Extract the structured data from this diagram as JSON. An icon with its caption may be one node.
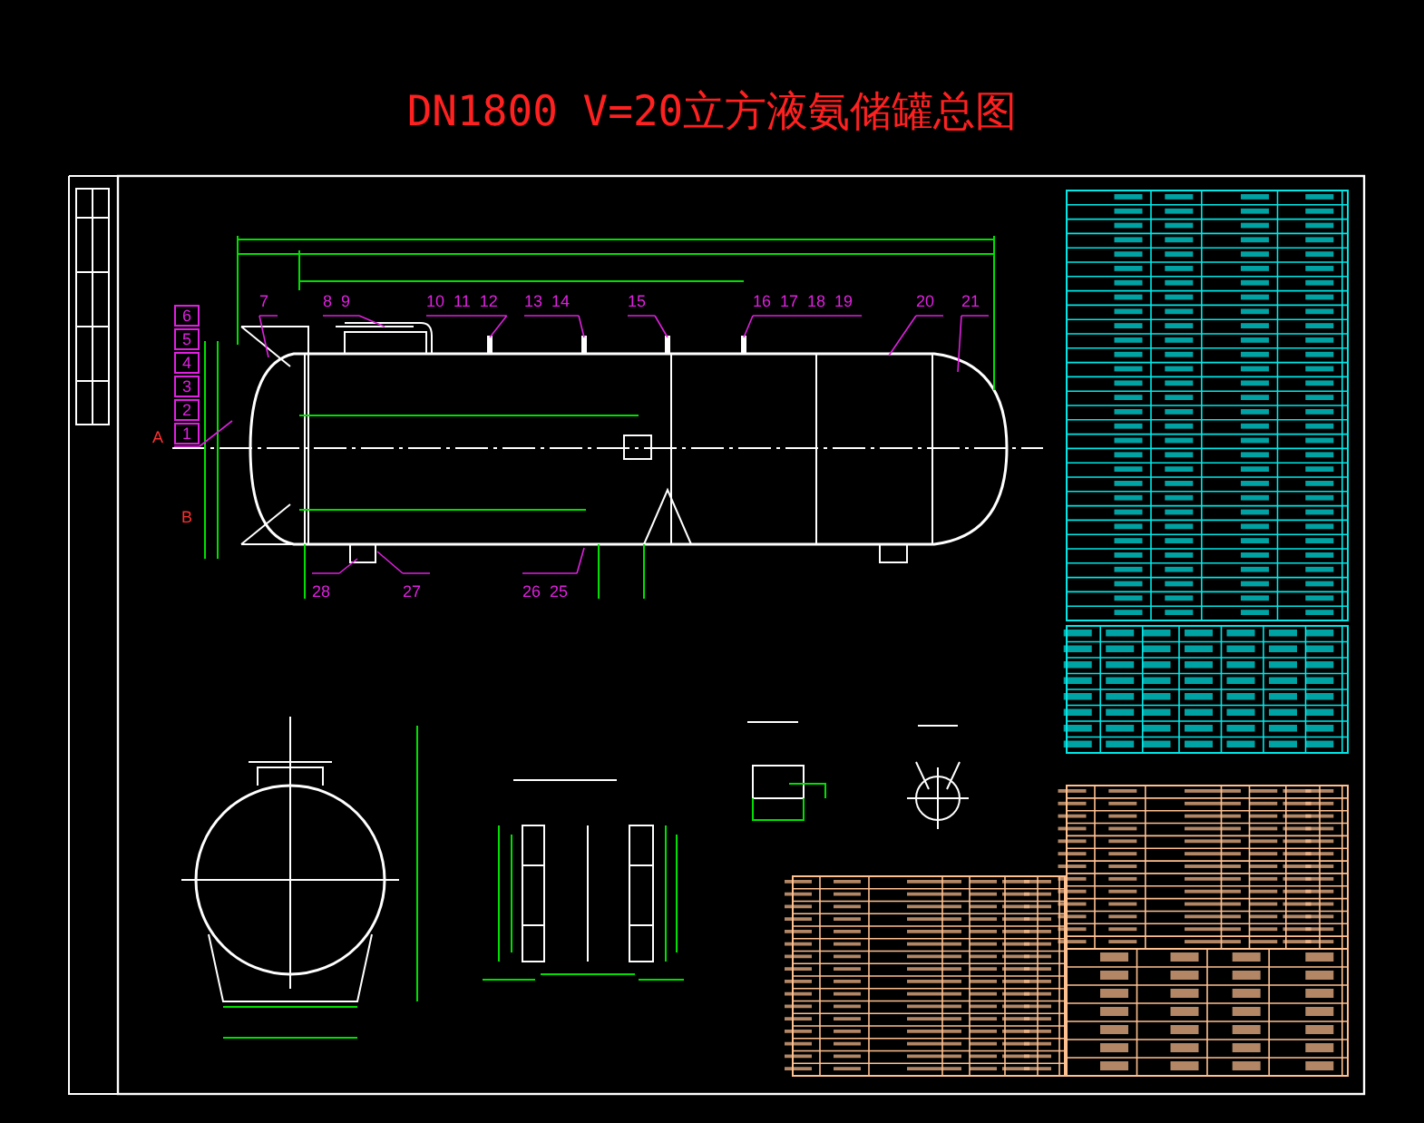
{
  "diagram": {
    "title": "DN1800 V=20立方液氨储罐总图",
    "nodes": [
      {
        "text": [
          "6",
          "5",
          "4",
          "3",
          "2",
          "1"
        ]
      },
      {
        "text": [
          "7"
        ]
      },
      {
        "text": [
          "8",
          "9"
        ]
      },
      {
        "text": [
          "10",
          "11",
          "12"
        ]
      },
      {
        "text": [
          "13",
          "14"
        ]
      },
      {
        "text": [
          "15"
        ]
      },
      {
        "text": [
          "16",
          "17",
          "18",
          "19"
        ]
      },
      {
        "text": [
          "20"
        ]
      },
      {
        "text": [
          "21"
        ]
      },
      {
        "text": [
          "28"
        ]
      },
      {
        "text": [
          "27"
        ]
      },
      {
        "text": [
          "26",
          "25"
        ]
      }
    ],
    "edges": [
      {
        "from": 0,
        "to": null,
        "arrow": "none"
      },
      {
        "from": 1,
        "to": null,
        "arrow": "none"
      },
      {
        "from": 2,
        "to": null,
        "arrow": "none"
      },
      {
        "from": 3,
        "to": null,
        "arrow": "none"
      },
      {
        "from": 4,
        "to": null,
        "arrow": "none"
      },
      {
        "from": 5,
        "to": null,
        "arrow": "none"
      },
      {
        "from": 6,
        "to": null,
        "arrow": "none"
      },
      {
        "from": 7,
        "to": null,
        "arrow": "none"
      },
      {
        "from": 8,
        "to": null,
        "arrow": "none"
      },
      {
        "from": 9,
        "to": null,
        "arrow": "none"
      },
      {
        "from": 10,
        "to": null,
        "arrow": "none"
      },
      {
        "from": 11,
        "to": null,
        "arrow": "none"
      }
    ],
    "labels": [
      "A",
      "B"
    ]
  }
}
